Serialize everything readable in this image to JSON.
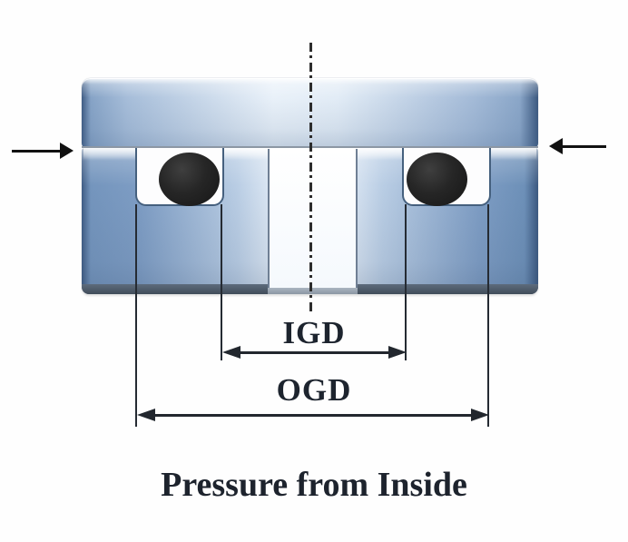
{
  "diagram": {
    "caption": "Pressure from Inside",
    "inner_dimension_label": "IGD",
    "outer_dimension_label": "OGD",
    "icons": {
      "left_arrow": "inward-pressure-arrow",
      "right_arrow": "inward-pressure-arrow",
      "centerline": "dash-dot-centerline"
    },
    "colors": {
      "flange_blue_mid": "#7e9dc4",
      "flange_blue_light": "#e9f1f9",
      "flange_edge_dark": "#3f5c84",
      "bottom_band_dark": "#46525f",
      "o_ring": "#232323",
      "seam_gray": "#8c97a4",
      "line_color": "#22272e",
      "text_color": "#1d242e"
    }
  }
}
